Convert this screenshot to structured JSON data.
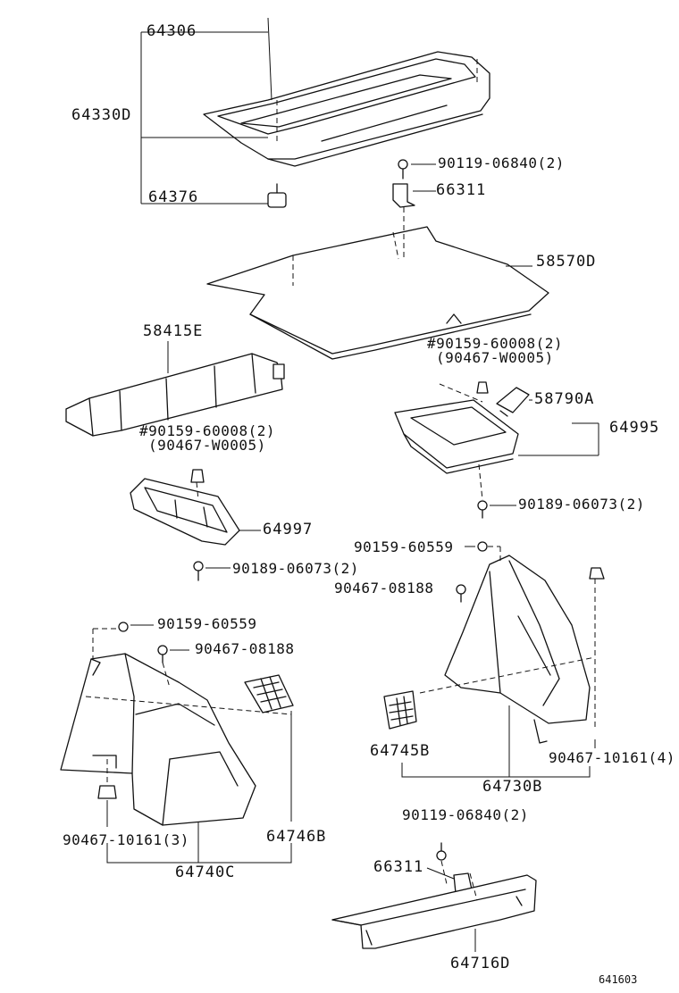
{
  "diagram": {
    "footer_code": "641603",
    "labels": {
      "l64306": "64306",
      "l64330D": "64330D",
      "l64376": "64376",
      "l90119_top": "90119-06840(2)",
      "l66311_top": "66311",
      "l58570D": "58570D",
      "l58415E": "58415E",
      "l90159_60008_right": "#90159-60008(2)",
      "l90467_W0005_right": "(90467-W0005)",
      "l58790A": "58790A",
      "l64995": "64995",
      "l90189_right": "90189-06073(2)",
      "l90159_60008_left": "#90159-60008(2)",
      "l90467_W0005_left": "(90467-W0005)",
      "l64997": "64997",
      "l90189_left": "90189-06073(2)",
      "l90159_60559_right": "90159-60559",
      "l90467_08188_right": "90467-08188",
      "l90159_60559_left": "90159-60559",
      "l90467_08188_left": "90467-08188",
      "l64745B": "64745B",
      "l64730B": "64730B",
      "l90467_10161_4": "90467-10161(4)",
      "l90467_10161_3": "90467-10161(3)",
      "l64746B": "64746B",
      "l64740C": "64740C",
      "l90119_bottom": "90119-06840(2)",
      "l66311_bottom": "66311",
      "l64716D": "64716D"
    }
  }
}
